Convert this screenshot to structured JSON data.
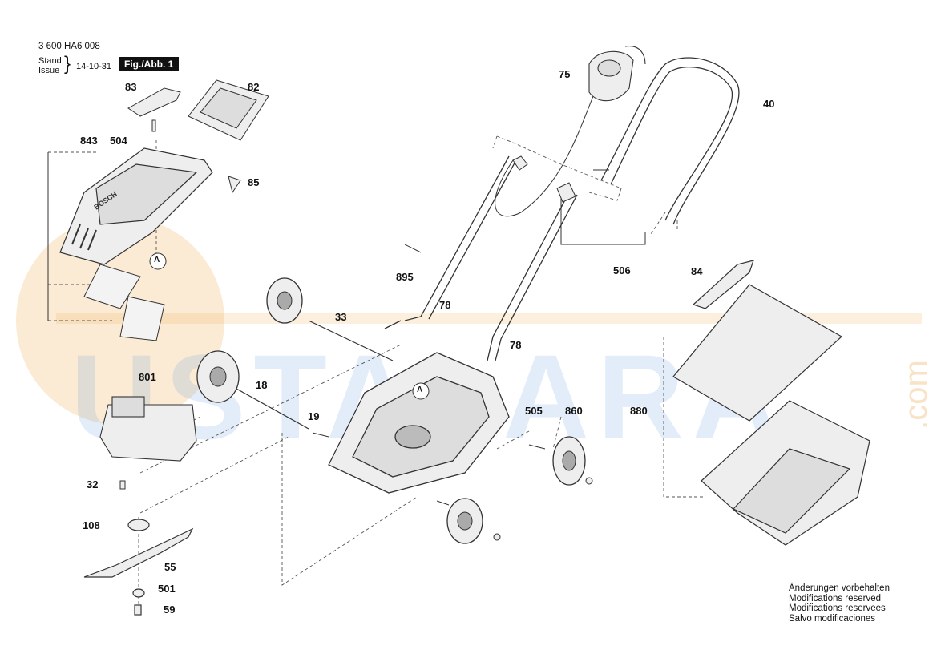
{
  "header": {
    "doc_number": "3 600 HA6 008",
    "stand_label": "Stand",
    "issue_label": "Issue",
    "date": "14-10-31",
    "fig_tag": "Fig./Abb. 1"
  },
  "part_labels": [
    "75",
    "40",
    "83",
    "82",
    "843",
    "504",
    "85",
    "A",
    "895",
    "78",
    "506",
    "84",
    "33",
    "78",
    "A",
    "801",
    "18",
    "505",
    "860",
    "880",
    "19",
    "32",
    "108",
    "55",
    "501",
    "59"
  ],
  "brand_on_part": "BOSCH",
  "footer_notes": [
    "Änderungen vorbehalten",
    "Modifications reserved",
    "Modifications reservees",
    "Salvo modificaciones"
  ],
  "watermark": {
    "text": "USTALARA",
    "domain": ".com"
  },
  "colors": {
    "ink": "#111111",
    "part_stroke": "#333333",
    "part_fill": "#e9e9e9",
    "dash": "#555555"
  }
}
